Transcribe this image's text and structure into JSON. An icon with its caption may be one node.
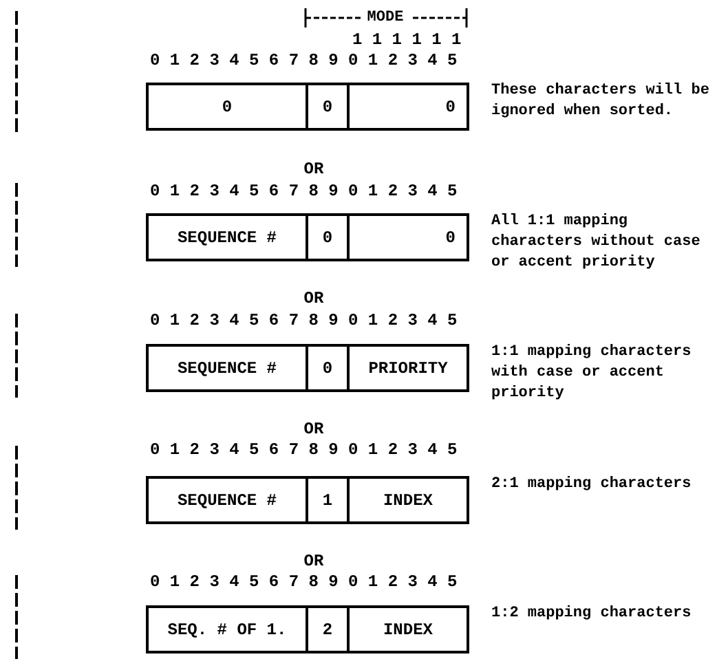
{
  "diagram": {
    "nodes": [
      {
        "text": [
          "0"
        ]
      },
      {
        "text": [
          "0"
        ]
      },
      {
        "text": [
          "0"
        ],
        "beside": [
          "These characters will be ignored when sorted."
        ]
      },
      {
        "text": [
          "SEQUENCE #"
        ]
      },
      {
        "text": [
          "0"
        ]
      },
      {
        "text": [
          "0"
        ],
        "beside": [
          "All 1:1 mapping characters without case or accent priority"
        ]
      },
      {
        "text": [
          "SEQUENCE #"
        ]
      },
      {
        "text": [
          "0"
        ]
      },
      {
        "text": [
          "PRIORITY"
        ],
        "beside": [
          "1:1 mapping characters with case or accent priority"
        ]
      },
      {
        "text": [
          "SEQUENCE #"
        ]
      },
      {
        "text": [
          "1"
        ]
      },
      {
        "text": [
          "INDEX"
        ],
        "beside": [
          "2:1 mapping characters"
        ]
      },
      {
        "text": [
          "SEQ. # OF 1."
        ]
      },
      {
        "text": [
          "2"
        ]
      },
      {
        "text": [
          "INDEX"
        ],
        "beside": [
          "1:2 mapping characters"
        ]
      }
    ],
    "labels": [
      "MODE",
      "1 1 1 1 1 1",
      "0 1 2 3 4 5 6 7 8 9 0 1 2 3 4 5",
      "OR",
      "0 1 2 3 4 5 6 7 8 9 0 1 2 3 4 5",
      "OR",
      "0 1 2 3 4 5 6 7 8 9 0 1 2 3 4 5",
      "OR",
      "0 1 2 3 4 5 6 7 8 9 0 1 2 3 4 5",
      "OR",
      "0 1 2 3 4 5 6 7 8 9 0 1 2 3 4 5"
    ]
  }
}
